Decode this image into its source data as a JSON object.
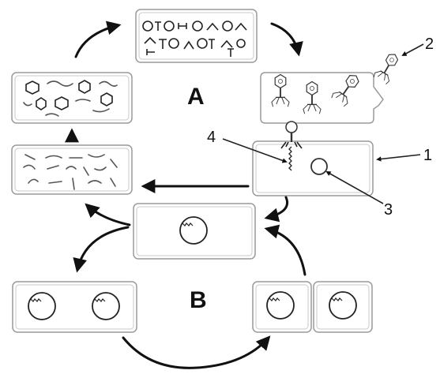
{
  "diagram": {
    "cycle_labels": {
      "lytic": "A",
      "lysogenic": "B"
    },
    "callouts": {
      "one": "1",
      "two": "2",
      "three": "3",
      "four": "4"
    }
  }
}
